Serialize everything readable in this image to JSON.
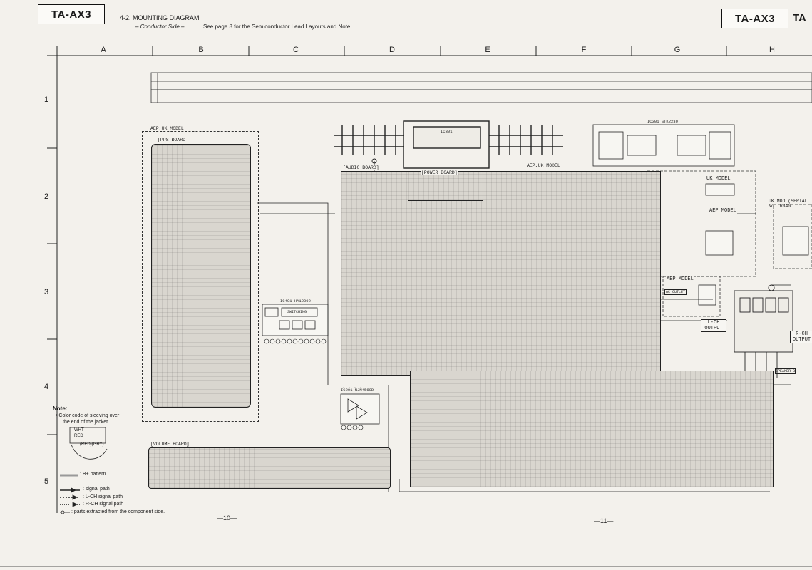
{
  "header": {
    "model_left": "TA-AX3",
    "model_right": "TA-AX3",
    "model_right_cut": "TA",
    "section": "4-2.  MOUNTING DIAGRAM",
    "subtitle": "– Conductor Side –",
    "reference": "See page 8 for the Semiconductor Lead Layouts and Note."
  },
  "grid": {
    "columns": [
      "A",
      "B",
      "C",
      "D",
      "E",
      "F",
      "G",
      "H"
    ],
    "rows": [
      "1",
      "2",
      "3",
      "4",
      "5"
    ]
  },
  "boards": {
    "pps": "[PPS BOARD]",
    "pps_model": "AEP,UK MODEL",
    "audio": "[AUDIO BOARD]",
    "power": "[POWER BOARD]",
    "power_model": "AEP,UK MODEL",
    "volume": "[VOLUME BOARD]"
  },
  "ics": {
    "ic301_top": "IC301",
    "ic301_stk": "IC301   STK2230",
    "ic401": "IC401   HA12002",
    "ic401_func": "SWITCHING",
    "ic201": "IC201   NJM4560D",
    "uk_model": "UK MODEL",
    "aep_model": "AEP MODEL",
    "aep_model2": "AEP MODEL",
    "ac_outlet": "AC OUTLET",
    "lch_output": "L-CH OUTPUT",
    "rch_output": "R-CH OUTPUT",
    "uk_serial": "UK MOD (SERIAL No. 6040",
    "speaker_b": "SPEAKER B"
  },
  "legend": {
    "title": "Note:",
    "sleeving_1": "•  Color code of sleeving over",
    "sleeving_2": "the end of the jacket.",
    "wht": "WHT",
    "red": "RED",
    "red_gry": "(RED)(GRY)",
    "b_pattern": ": B+ pattern",
    "signal_path": ": signal path",
    "lch_path": ": L-CH signal path",
    "rch_path": ": R-CH signal path",
    "extracted": ": parts extracted from the component side."
  },
  "pages": {
    "left": "—10—",
    "right": "—11—"
  },
  "colors": {
    "ink": "#1a1a1a",
    "paper": "#f3f1ec",
    "board": "#d9d6cf"
  }
}
